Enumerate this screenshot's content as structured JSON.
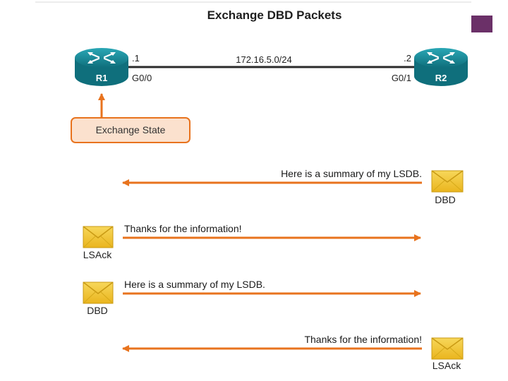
{
  "title": "Exchange DBD Packets",
  "topology": {
    "network": "172.16.5.0/24",
    "r1": {
      "name": "R1",
      "ip_suffix": ".1",
      "interface": "G0/0"
    },
    "r2": {
      "name": "R2",
      "ip_suffix": ".2",
      "interface": "G0/1"
    }
  },
  "state_label": "Exchange State",
  "messages": [
    {
      "text": "Here is a summary of my LSDB.",
      "packet": "DBD",
      "sender": "R2"
    },
    {
      "text": "Thanks for the information!",
      "packet": "LSAck",
      "sender": "R1"
    },
    {
      "text": "Here is a summary of my LSDB.",
      "packet": "DBD",
      "sender": "R1"
    },
    {
      "text": "Thanks for the information!",
      "packet": "LSAck",
      "sender": "R2"
    }
  ],
  "colors": {
    "accent": "#e8731e",
    "router": "#1a8f9e",
    "envelope": "#f2c531",
    "state_fill": "#fbe1ce",
    "corner_block": "#6b3068"
  }
}
